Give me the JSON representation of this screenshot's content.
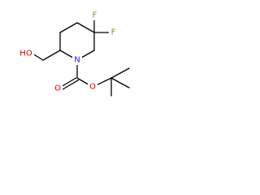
{
  "molecule": {
    "atoms": {
      "fluorine_top": "F",
      "fluorine_right": "F",
      "hydroxyl": "HO",
      "ring_nitrogen": "N",
      "carbonyl_oxygen": "O",
      "ester_oxygen": "O"
    },
    "colors": {
      "bond": "#000000",
      "fluorine": "#7a9a1f",
      "oxygen": "#d40000",
      "nitrogen": "#2222cc"
    }
  }
}
